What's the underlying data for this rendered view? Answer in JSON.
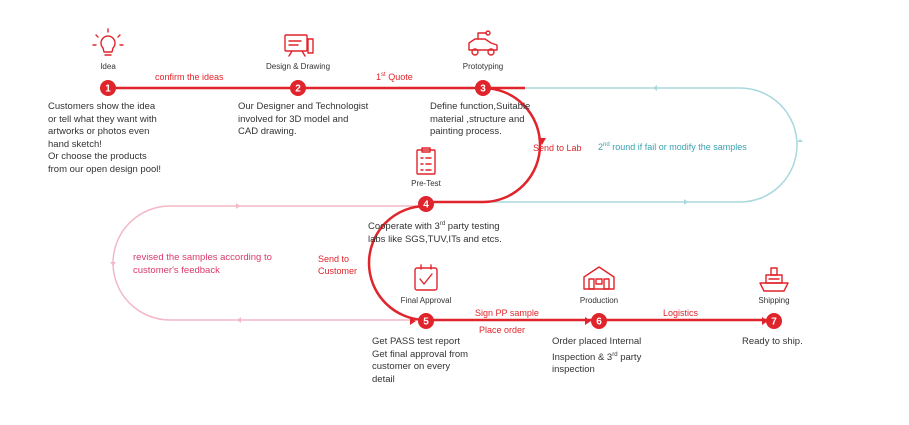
{
  "stages": [
    {
      "num": "1",
      "title": "Idea"
    },
    {
      "num": "2",
      "title": "Design & Drawing"
    },
    {
      "num": "3",
      "title": "Prototyping"
    },
    {
      "num": "4",
      "title": "Pre-Test"
    },
    {
      "num": "5",
      "title": "Final Approval"
    },
    {
      "num": "6",
      "title": "Production"
    },
    {
      "num": "7",
      "title": "Shipping"
    }
  ],
  "descriptions": {
    "idea": "Customers show the idea\nor tell what they want with\nartworks or photos even\nhand sketch!\nOr choose the products\nfrom our open design pool!",
    "design": "Our Designer and Technologist\ninvolved for 3D model and\nCAD drawing.",
    "prototyping": "Define function,Suitable\nmaterial ,structure and\npainting process.",
    "pretest_before": "Cooperate with 3",
    "pretest_sup": "rd",
    "pretest_after": " party testing\nlabs like SGS,TUV,ITs and etcs.",
    "final_approval": "Get PASS test report\nGet final approval from\ncustomer on every\ndetail",
    "production_before": "Order placed Internal\nInspection & 3",
    "production_sup": "rd",
    "production_after": " party\ninspection",
    "shipping": "Ready to ship."
  },
  "connectors": {
    "confirm": "confirm the ideas",
    "quote_pre": "1",
    "quote_sup": "st",
    "quote_post": " Quote",
    "send_lab": "Send to Lab",
    "second_round_pre": "2",
    "second_round_sup": "nd",
    "second_round_post": " round if fail or modify the samples",
    "send_customer": "Send to\nCustomer",
    "revised": "revised the samples according to\ncustomer's feedback",
    "sign_pp": "Sign PP sample",
    "place_order": "Place order",
    "logistics": "Logistics"
  },
  "icons": [
    "lightbulb-icon",
    "drawing-board-icon",
    "prototype-car-icon",
    "checklist-icon",
    "approval-check-icon",
    "factory-icon",
    "ship-icon"
  ],
  "colors": {
    "main": "#e0242b",
    "loop_teal": "#a8d8de",
    "loop_pink": "#f2b8c6",
    "teal_text": "#3aa1b1",
    "pink_text": "#d93a6a"
  }
}
